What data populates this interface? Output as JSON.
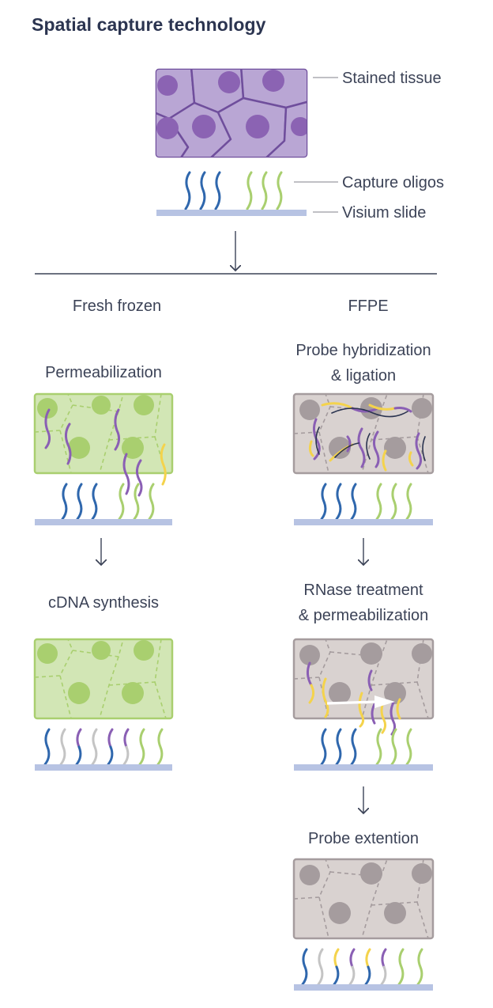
{
  "title": "Spatial capture technology",
  "legend": {
    "stained_tissue": "Stained tissue",
    "capture_oligos": "Capture oligos",
    "visium_slide": "Visium slide"
  },
  "branches": {
    "left": "Fresh frozen",
    "right": "FFPE"
  },
  "fresh_frozen_steps": {
    "permeabilization": "Permeabilization",
    "cdna_synthesis": "cDNA synthesis"
  },
  "ffpe_steps": {
    "probe_hybridization_line1": "Probe hybridization",
    "probe_hybridization_line2": "& ligation",
    "rnase_line1": "RNase treatment",
    "rnase_line2": "& permeabilization",
    "probe_extension": "Probe extention"
  },
  "colors": {
    "title": "#2b3450",
    "text": "#3c4357",
    "purple_tissue": "#c6b6dd",
    "purple_nucleus": "#8b63b3",
    "green_tissue": "#d2e6b5",
    "green_nucleus": "#a9cf6f",
    "ffpe_tissue": "#d9d2d0",
    "ffpe_nucleus": "#a59c9e",
    "slide": "#b7c3e3",
    "oligo_blue": "#2f67ad",
    "oligo_green": "#a9cf6f",
    "rna_purple": "#8a5fb4",
    "probe_yellow": "#f4d34c",
    "cdna_gray": "#c4c4c4"
  }
}
